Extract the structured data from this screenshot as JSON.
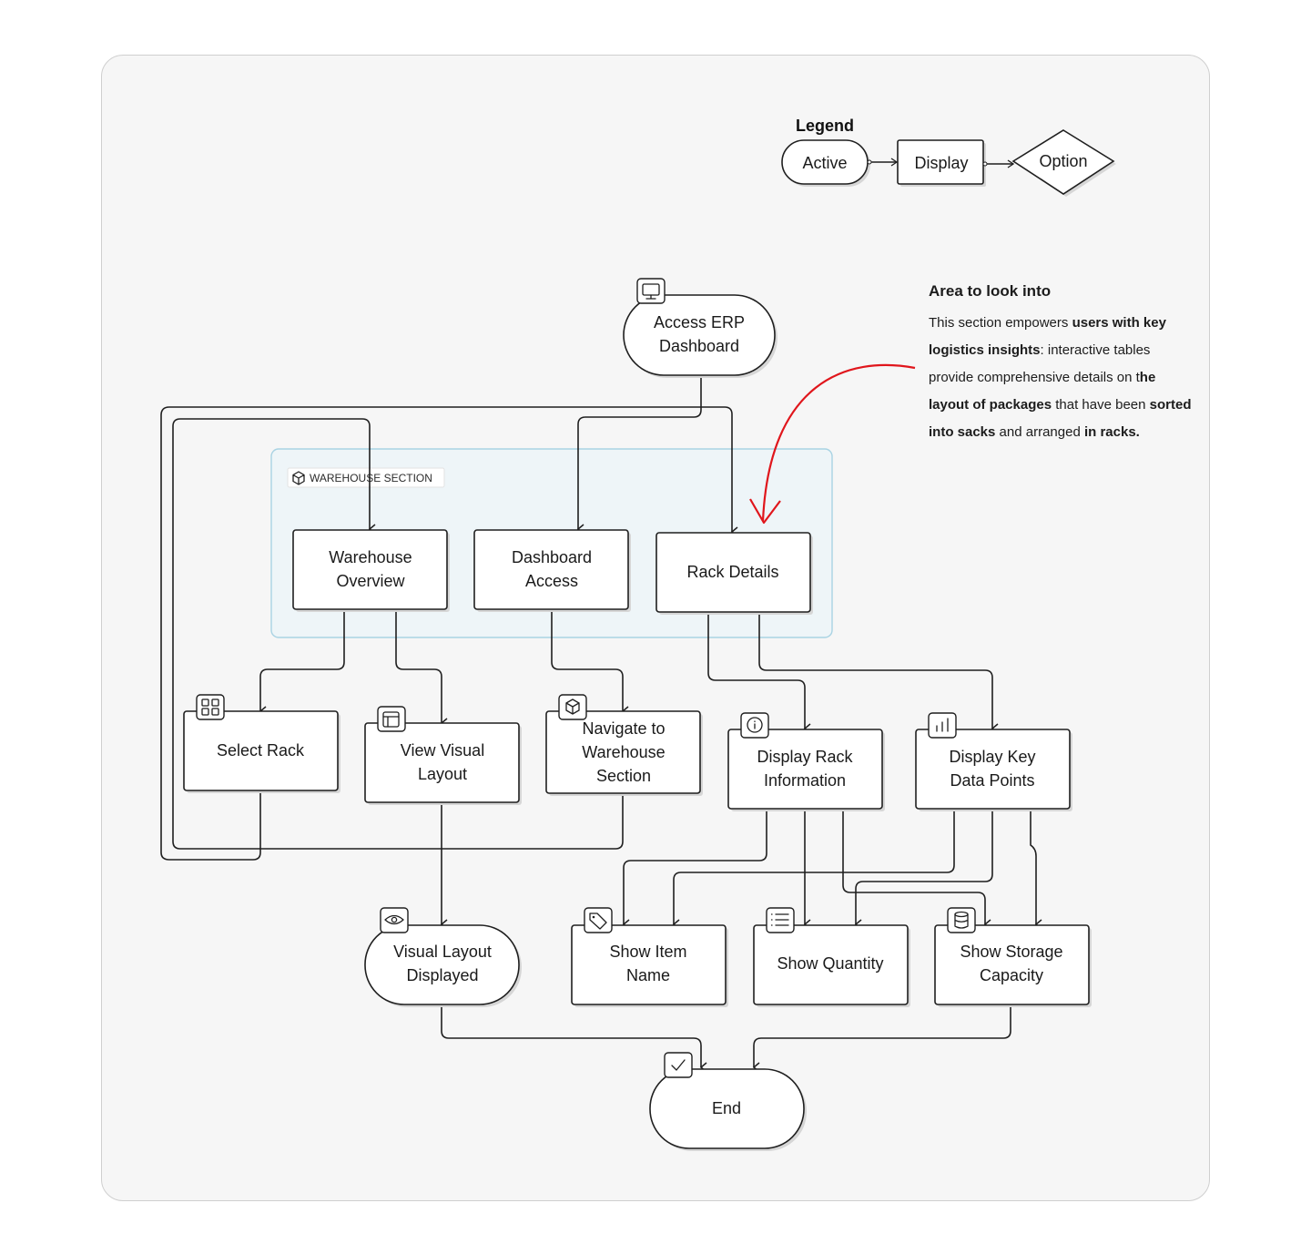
{
  "legend": {
    "title": "Legend",
    "active": "Active",
    "display": "Display",
    "option": "Option"
  },
  "group": {
    "title": "WAREHOUSE SECTION"
  },
  "nodes": {
    "access_erp": {
      "line1": "Access ERP",
      "line2": "Dashboard"
    },
    "warehouse_overview": {
      "line1": "Warehouse",
      "line2": "Overview"
    },
    "dashboard_access": {
      "line1": "Dashboard",
      "line2": "Access"
    },
    "rack_details": {
      "line1": "Rack Details"
    },
    "select_rack": {
      "line1": "Select Rack"
    },
    "view_visual_layout": {
      "line1": "View Visual",
      "line2": "Layout"
    },
    "navigate_warehouse": {
      "line1": "Navigate to",
      "line2": "Warehouse",
      "line3": "Section"
    },
    "display_rack_info": {
      "line1": "Display Rack",
      "line2": "Information"
    },
    "display_key_data": {
      "line1": "Display Key",
      "line2": "Data Points"
    },
    "visual_layout_displayed": {
      "line1": "Visual Layout",
      "line2": "Displayed"
    },
    "show_item_name": {
      "line1": "Show Item",
      "line2": "Name"
    },
    "show_quantity": {
      "line1": "Show Quantity"
    },
    "show_storage": {
      "line1": "Show Storage",
      "line2": "Capacity"
    },
    "end": {
      "line1": "End"
    }
  },
  "icons": {
    "access_erp": "monitor-icon",
    "group": "cube-icon",
    "select_rack": "grid-icon",
    "view_visual_layout": "layout-icon",
    "navigate_warehouse": "cube-icon",
    "display_rack_info": "info-icon",
    "display_key_data": "bar-chart-icon",
    "visual_layout_displayed": "eye-icon",
    "show_item_name": "tag-icon",
    "show_quantity": "list-icon",
    "show_storage": "database-icon",
    "end": "check-icon"
  },
  "note": {
    "title": "Area to look into",
    "p1": "This section empowers ",
    "b1": "users with key logistics insights",
    "p2": ": interactive tables provide comprehensive details on t",
    "b2": "he layout of packages",
    "p3": " that have been ",
    "b3": "sorted into sacks",
    "p4": " and arranged ",
    "b4": "in racks."
  },
  "colors": {
    "annotation_arrow": "#e0161c",
    "group_fill": "#eef5f8",
    "group_border": "#a9d3e3",
    "canvas_bg": "#f6f6f6"
  }
}
